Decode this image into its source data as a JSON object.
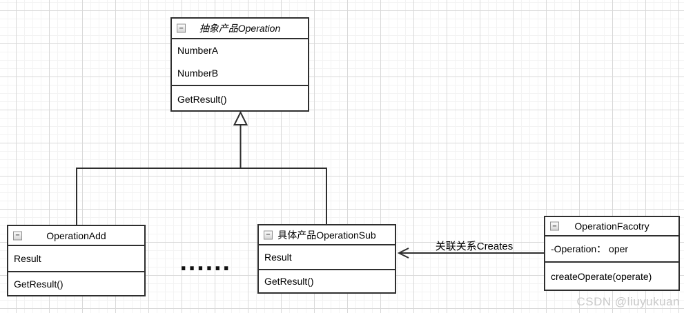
{
  "diagram": {
    "type": "uml-class-diagram",
    "collapse_glyph": "−",
    "classes": [
      {
        "id": "abstract-operation",
        "title": "抽象产品Operation",
        "stereotype": "abstract",
        "fields": [
          "NumberA",
          "NumberB"
        ],
        "methods": [
          "GetResult()"
        ]
      },
      {
        "id": "operation-add",
        "title": "OperationAdd",
        "fields": [
          "Result"
        ],
        "methods": [
          "GetResult()"
        ]
      },
      {
        "id": "operation-sub",
        "title": "具体产品OperationSub",
        "fields": [
          "Result"
        ],
        "methods": [
          "GetResult()"
        ]
      },
      {
        "id": "operation-factory",
        "title": "OperationFacotry",
        "fields": [
          "-Operation： oper"
        ],
        "methods": [
          "createOperate(operate)"
        ]
      }
    ],
    "relations": [
      {
        "type": "generalization",
        "from": "OperationAdd / 具体产品OperationSub",
        "to": "抽象产品Operation"
      },
      {
        "type": "association",
        "from": "OperationFacotry",
        "to": "具体产品OperationSub",
        "label": "关联关系Creates"
      }
    ],
    "association_label": "关联关系Creates",
    "ellipsis": "......"
  },
  "watermark": "CSDN @liuyukuan",
  "colors": {
    "line": "#2e2e2e",
    "gridMajor": "#d9d9d9",
    "gridMinor": "#f3f3f3",
    "watermark": "#c9c9c9",
    "boxBg": "#ffffff"
  }
}
